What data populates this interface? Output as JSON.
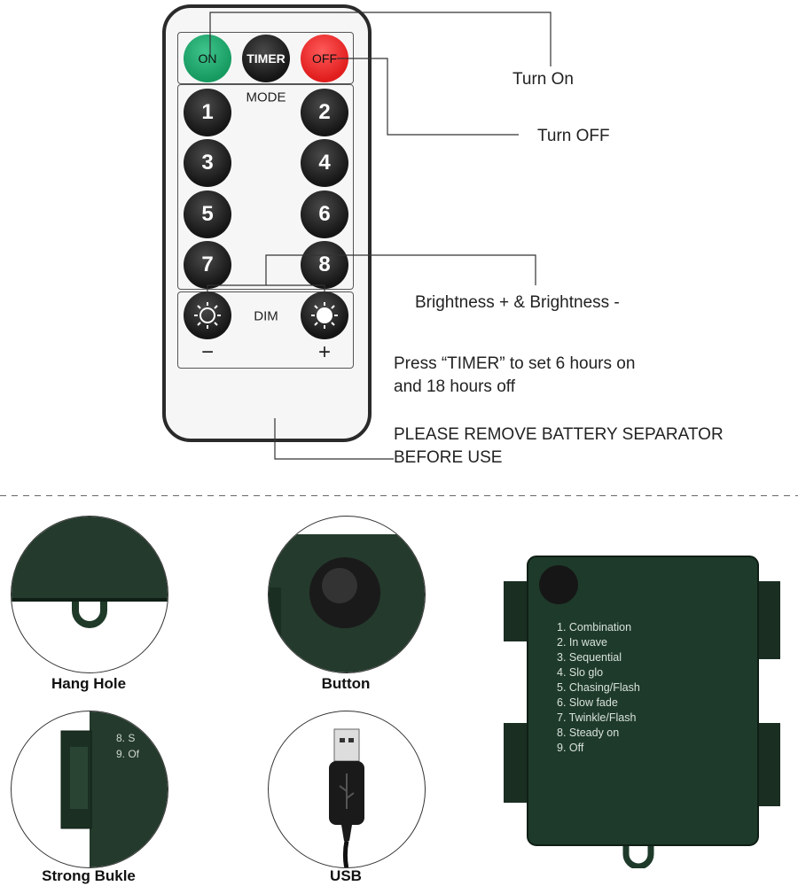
{
  "remote": {
    "top_buttons": {
      "on": "ON",
      "timer": "TIMER",
      "off": "OFF"
    },
    "mode_label": "MODE",
    "mode_buttons": [
      "1",
      "2",
      "3",
      "4",
      "5",
      "6",
      "7",
      "8"
    ],
    "dim_label": "DIM",
    "minus": "−",
    "plus": "+",
    "colors": {
      "on": "#1fa86a",
      "off": "#e8262a",
      "button": "#1a1a1a"
    }
  },
  "callouts": {
    "turn_on": "Turn On",
    "turn_off": "Turn OFF",
    "brightness": "Brightness +  &  Brightness -",
    "timer_line1": "Press  “TIMER”  to set 6 hours on",
    "timer_line2": "and 18 hours off",
    "battery_line1": "PLEASE REMOVE BATTERY SEPARATOR",
    "battery_line2": "BEFORE USE"
  },
  "details": [
    {
      "caption": "Hang Hole"
    },
    {
      "caption": "Button"
    },
    {
      "caption": "Strong Bukle"
    },
    {
      "caption": "USB"
    }
  ],
  "battery_box": {
    "color": "#1e3a2a",
    "modes": [
      "1. Combination",
      "2. In wave",
      "3. Sequential",
      "4. Slo glo",
      "5. Chasing/Flash",
      "6. Slow fade",
      "7. Twinkle/Flash",
      "8. Steady on",
      "9. Off"
    ]
  }
}
